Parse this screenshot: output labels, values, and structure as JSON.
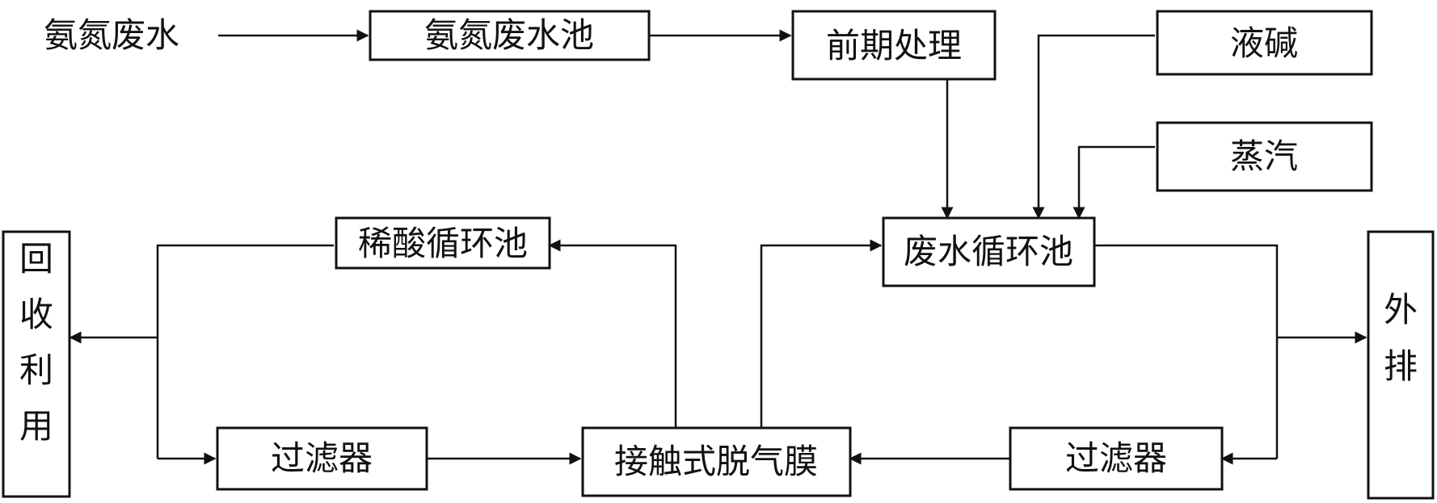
{
  "nodes": {
    "source_label": "氨氮废水",
    "ammonia_tank": "氨氮废水池",
    "pretreatment": "前期处理",
    "liquid_alkali": "液碱",
    "steam": "蒸汽",
    "wastewater_circ_tank": "废水循环池",
    "dilute_acid_circ_tank": "稀酸循环池",
    "recovery": [
      "回",
      "收",
      "利",
      "用"
    ],
    "discharge": [
      "外",
      "排"
    ],
    "filter_left": "过滤器",
    "contact_membrane": "接触式脱气膜",
    "filter_right": "过滤器"
  }
}
